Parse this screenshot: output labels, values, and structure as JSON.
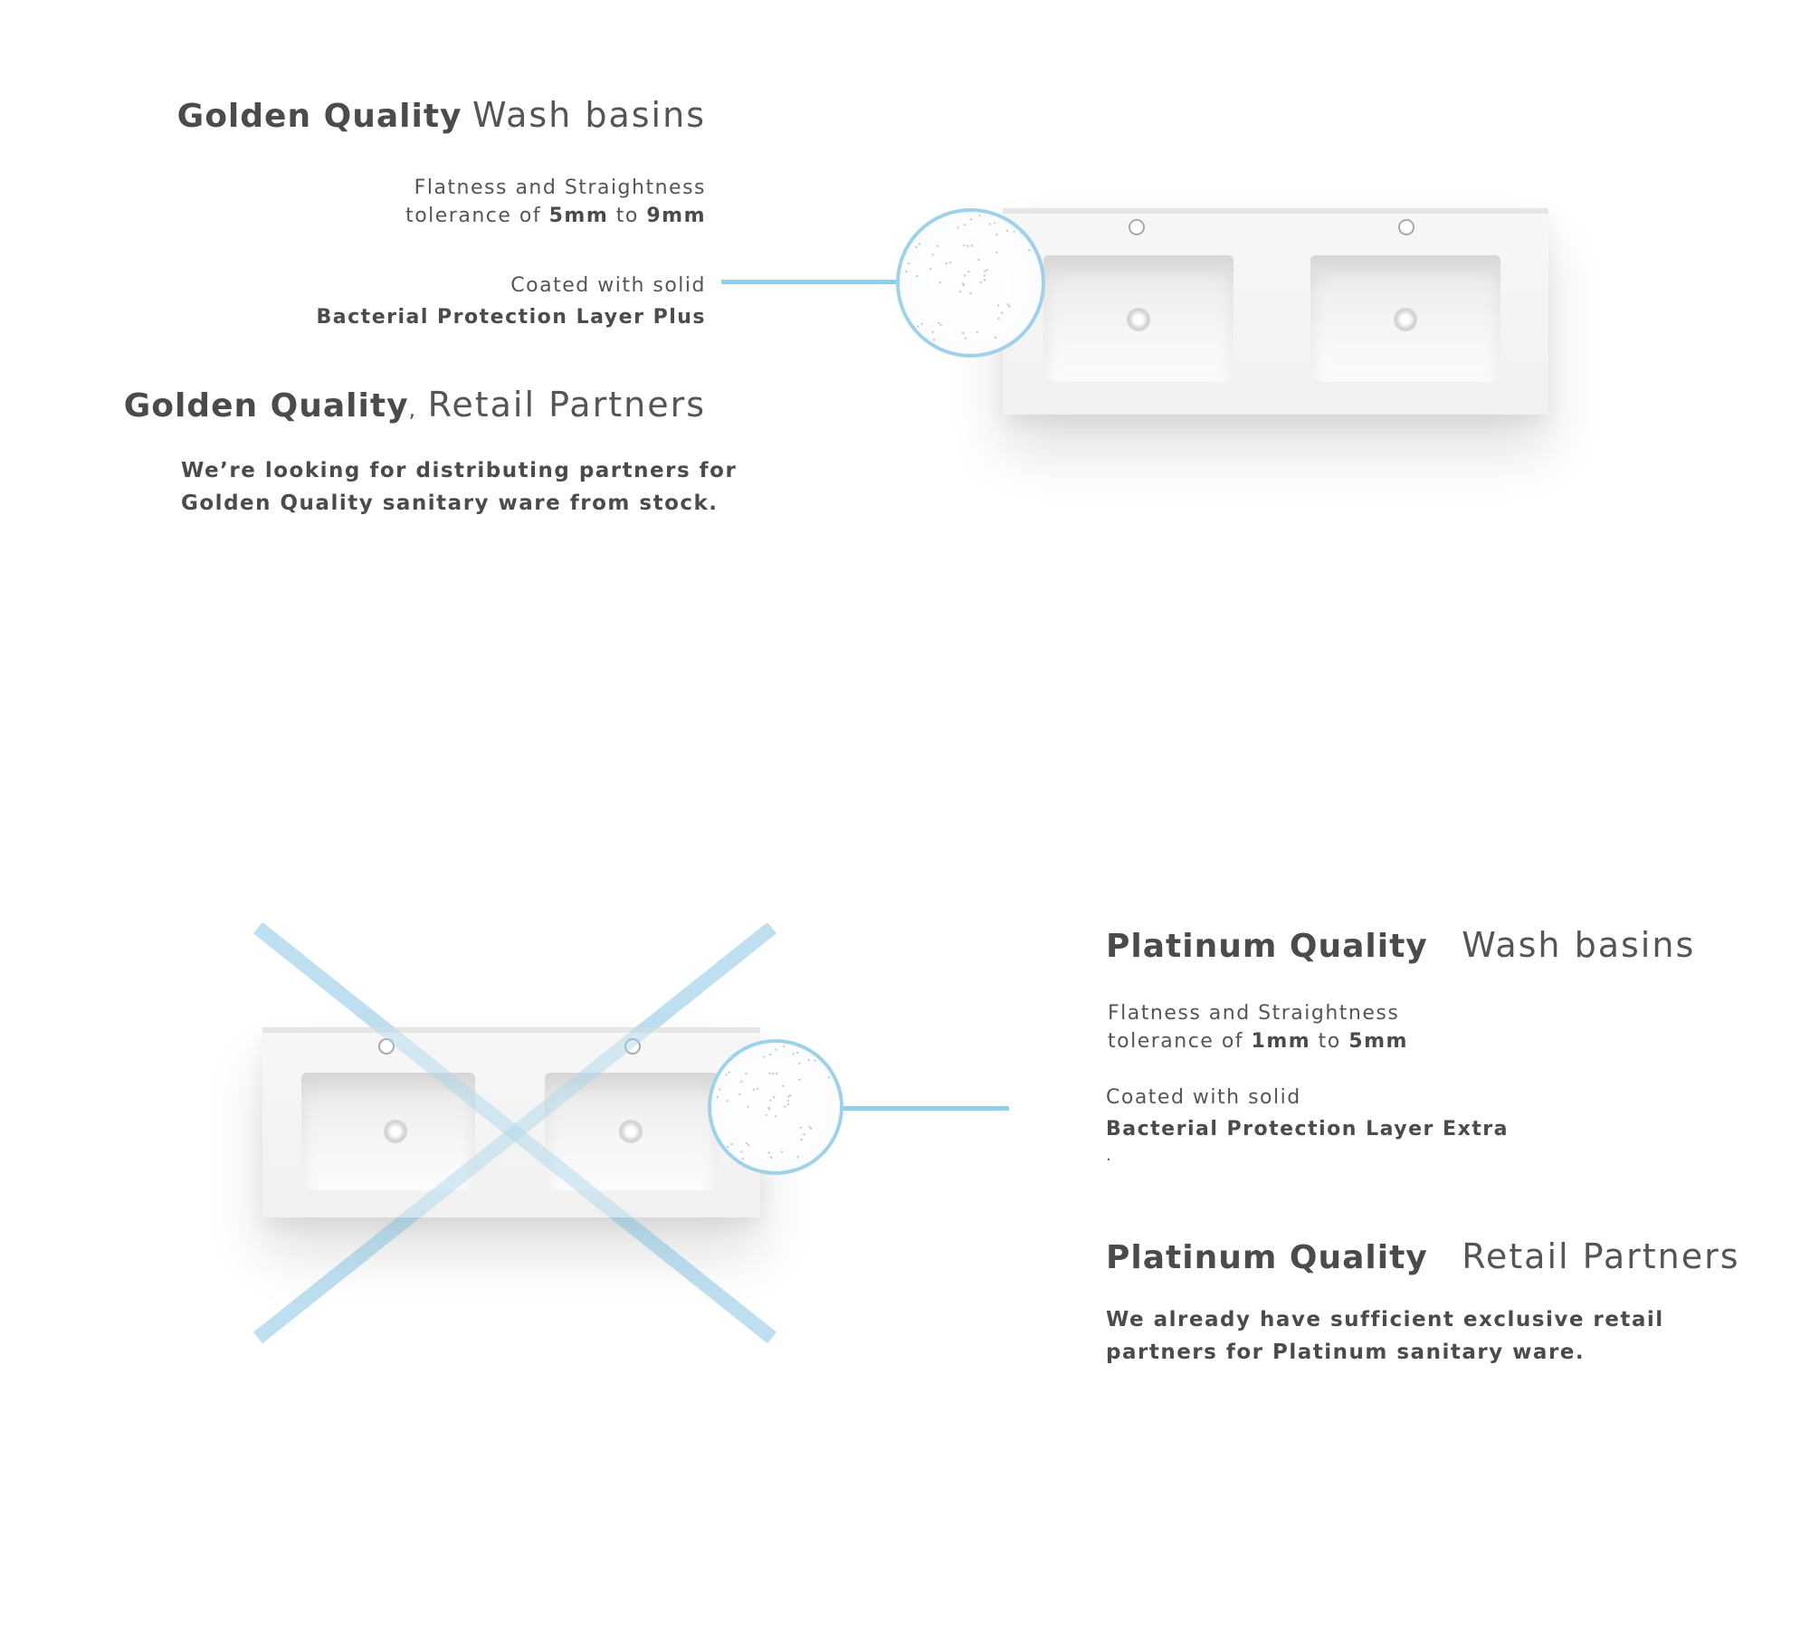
{
  "golden": {
    "heading_bold": "Golden Quality",
    "heading_light": "Wash basins",
    "flatness_line1": "Flatness  and  Straightness",
    "flatness_prefix": "tolerance of ",
    "flatness_min": "5mm",
    "flatness_mid": " to ",
    "flatness_max": "9mm",
    "coated_line": "Coated with solid",
    "layer": "Bacterial Protection Layer Plus",
    "partners_bold": "Golden Quality",
    "partners_comma": ",",
    "partners_light": "Retail Partners",
    "partners_line1": "We’re looking for distributing partners for",
    "partners_line2": "Golden Quality sanitary ware from stock."
  },
  "platinum": {
    "heading_bold": "Platinum Quality",
    "heading_light": "Wash basins",
    "flatness_line1": "Flatness and Straightness",
    "flatness_prefix": "tolerance of ",
    "flatness_min": "1mm",
    "flatness_mid": " to ",
    "flatness_max": "5mm",
    "coated_line": "Coated with solid",
    "layer": "Bacterial Protection Layer Extra",
    "dot": ".",
    "partners_bold": "Platinum Quality",
    "partners_light": "Retail Partners",
    "partners_line1": "We already have sufficient exclusive retail",
    "partners_line2": "partners for Platinum sanitary ware."
  },
  "colors": {
    "accent": "#8fcde9",
    "text": "#4b4b4b"
  }
}
